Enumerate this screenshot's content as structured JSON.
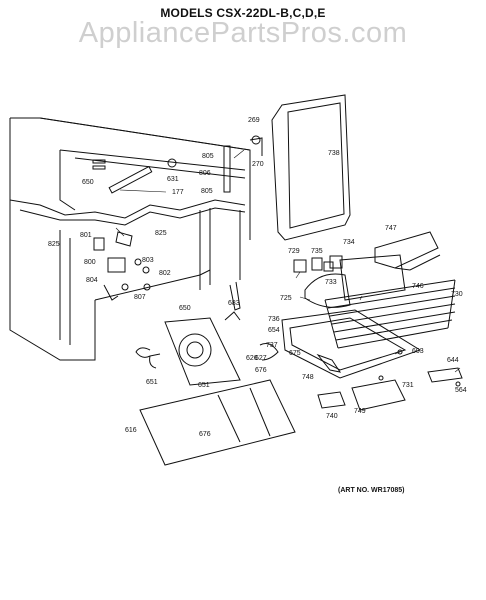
{
  "title": "MODELS CSX-22DL-B,C,D,E",
  "watermark": "AppliancePartsPros.com",
  "art_number": "(ART NO. WR17085)",
  "part_labels": {
    "p269": "269",
    "p738": "738",
    "p805a": "805",
    "p270": "270",
    "p806": "806",
    "p805b": "805",
    "p650a": "650",
    "p631": "631",
    "p177": "177",
    "p825a": "825",
    "p801": "801",
    "p825b": "825",
    "p800": "800",
    "p803": "803",
    "p804": "804",
    "p802": "802",
    "p807": "807",
    "p747": "747",
    "p729": "729",
    "p735": "735",
    "p734": "734",
    "p733": "733",
    "p746": "746",
    "p725": "725",
    "p730": "730",
    "p650b": "650",
    "p683": "683",
    "p654": "654",
    "p626": "626",
    "p627": "627",
    "p737": "737",
    "p736": "736",
    "p675": "675",
    "p748": "748",
    "p676a": "676",
    "p651a": "651",
    "p651b": "651",
    "p603": "603",
    "p644": "644",
    "p731": "731",
    "p564": "564",
    "p740": "740",
    "p749": "749",
    "p616": "616",
    "p676b": "676"
  }
}
